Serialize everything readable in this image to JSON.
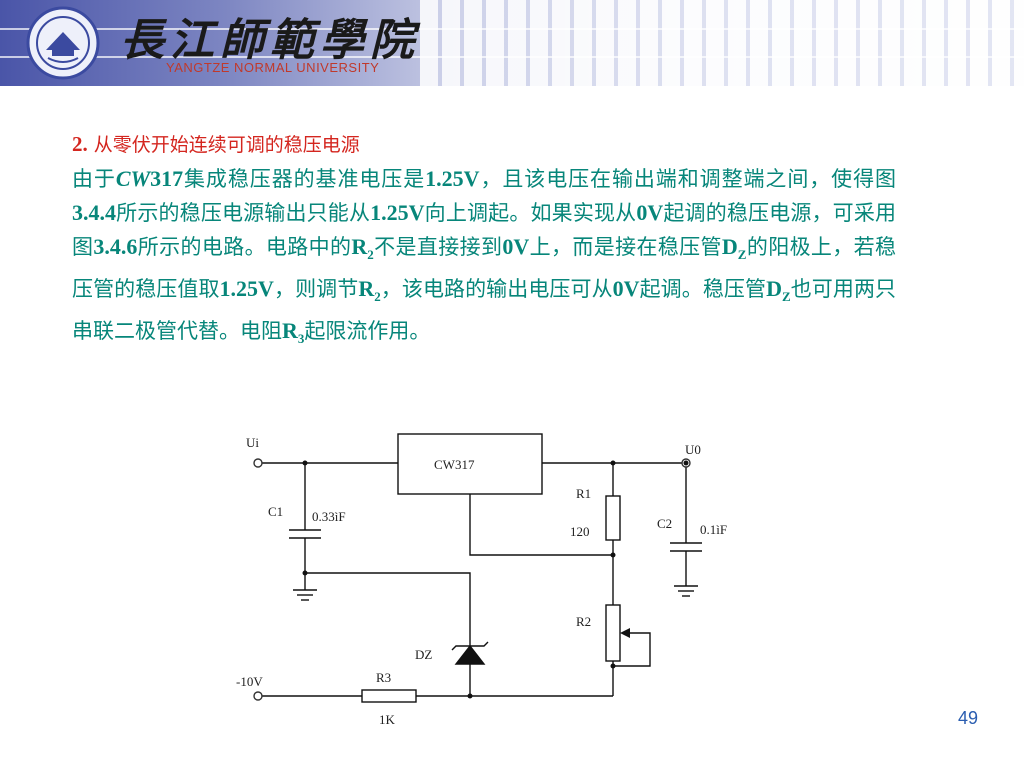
{
  "header": {
    "school_cn": "長江師範學院",
    "school_en": "YANGTZE NORMAL UNIVERSITY"
  },
  "section": {
    "number": "2.",
    "title": "从零伏开始连续可调的稳压电源"
  },
  "paragraph": [
    {
      "t": "由于"
    },
    {
      "t": "CW",
      "b": 1,
      "i": 1
    },
    {
      "t": "317",
      "b": 1
    },
    {
      "t": "集成稳压器的基准电压是"
    },
    {
      "t": "1.25V",
      "b": 1
    },
    {
      "t": "，且该电压在输出端和调整端之间，使得图"
    },
    {
      "t": "3.4.4",
      "b": 1
    },
    {
      "t": "所示的稳压电源输出只能从"
    },
    {
      "t": "1.25V",
      "b": 1
    },
    {
      "t": "向上调起。如果实现从"
    },
    {
      "t": "0V",
      "b": 1
    },
    {
      "t": "起调的稳压电源，可采用图"
    },
    {
      "t": "3.4.6",
      "b": 1
    },
    {
      "t": "所示的电路。电路中的"
    },
    {
      "t": "R",
      "b": 1
    },
    {
      "t": "2",
      "sub": 1
    },
    {
      "t": "不是直接接到"
    },
    {
      "t": "0V",
      "b": 1
    },
    {
      "t": "上，而是接在稳压管"
    },
    {
      "t": "D",
      "b": 1
    },
    {
      "t": "Z",
      "sub": 1
    },
    {
      "t": "的阳极上，若稳压管的稳压值取"
    },
    {
      "t": "1.25V",
      "b": 1
    },
    {
      "t": "，则调节"
    },
    {
      "t": "R",
      "b": 1
    },
    {
      "t": "2",
      "sub": 1
    },
    {
      "t": "，该电路的输出电压可从"
    },
    {
      "t": "0V",
      "b": 1
    },
    {
      "t": "起调。稳压管"
    },
    {
      "t": "D",
      "b": 1
    },
    {
      "t": "Z",
      "sub": 1
    },
    {
      "t": "也可用两只串联二极管代替。电阻"
    },
    {
      "t": "R",
      "b": 1
    },
    {
      "t": "3",
      "sub": 1
    },
    {
      "t": "起限流作用。"
    }
  ],
  "circuit": {
    "ui": "Ui",
    "u0": "U0",
    "regulator": "CW317",
    "c1": "C1",
    "c1_value": "0.33ìF",
    "r1": "R1",
    "r1_value": "120",
    "c2": "C2",
    "c2_value": "0.1ìF",
    "r2": "R2",
    "dz": "DZ",
    "neg_supply": "-10V",
    "r3": "R3",
    "r3_value": "1K"
  },
  "page_number": "49",
  "colors": {
    "heading": "#d4261f",
    "body_text": "#07867a",
    "page_number": "#2a5db0"
  }
}
